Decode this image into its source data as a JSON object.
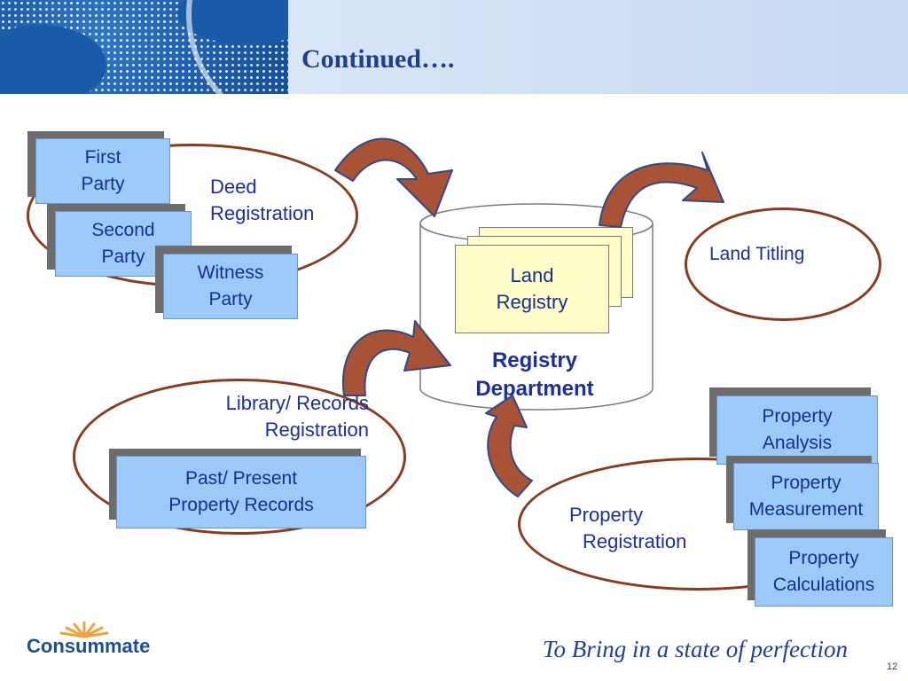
{
  "header": {
    "title": "Continued…."
  },
  "deed": {
    "label_line1": "Deed",
    "label_line2": "Registration",
    "first_party": [
      "First",
      "Party"
    ],
    "second_party": [
      "Second",
      "Party"
    ],
    "witness_party": [
      "Witness",
      "Party"
    ]
  },
  "registry": {
    "doc": [
      "Land",
      "Registry"
    ],
    "dept": [
      "Registry",
      "Department"
    ]
  },
  "land_titling": {
    "label": "Land Titling"
  },
  "library": {
    "label_line1": "Library/ Records",
    "label_line2": "Registration",
    "records": [
      "Past/ Present",
      "Property Records"
    ]
  },
  "property": {
    "label_line1": "Property",
    "label_line2": "Registration",
    "analysis": [
      "Property",
      "Analysis"
    ],
    "measurement": [
      "Property",
      "Measurement"
    ],
    "calculations": [
      "Property",
      "Calculations"
    ]
  },
  "footer": {
    "logo": "Consummate",
    "tagline": "To Bring in a state of perfection",
    "page": "12"
  },
  "colors": {
    "title": "#1f3f8f",
    "ellipse": "#8b3a1c",
    "arrow": "#a85236",
    "box": "#9ccaf8",
    "doc": "#fffec9"
  }
}
